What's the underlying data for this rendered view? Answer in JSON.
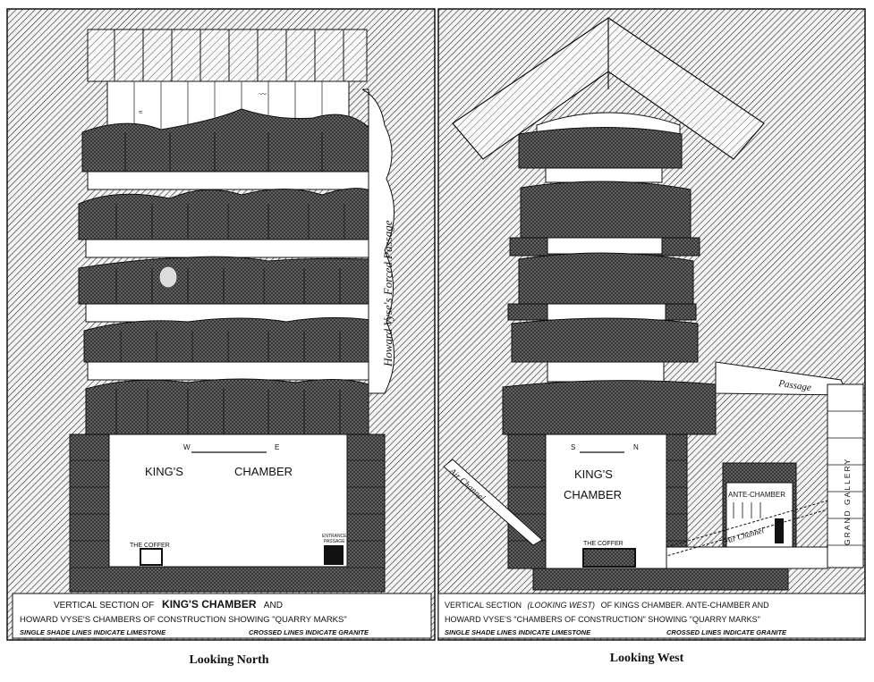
{
  "left_panel": {
    "title_view": "Looking North",
    "room_label_1": "KING'S",
    "room_label_2": "CHAMBER",
    "compass_w": "W",
    "compass_e": "E",
    "coffer_label": "THE COFFER",
    "entrance_label_1": "ENTRANCE",
    "entrance_label_2": "PASSAGE",
    "passage_label": "Howard Vyse's Forced Passage",
    "caption_line1a": "VERTICAL SECTION OF",
    "caption_line1b": "KING'S CHAMBER",
    "caption_line1c": "AND",
    "caption_line2": "HOWARD VYSE'S CHAMBERS OF CONSTRUCTION SHOWING \"QUARRY MARKS\"",
    "caption_line3a": "SINGLE SHADE LINES INDICATE LIMESTONE",
    "caption_line3b": "CROSSED LINES INDICATE GRANITE"
  },
  "right_panel": {
    "title_view": "Looking West",
    "room_label_1": "KING'S",
    "room_label_2": "CHAMBER",
    "compass_s": "S",
    "compass_n": "N",
    "coffer_label": "THE COFFER",
    "antechamber_label": "ANTE-CHAMBER",
    "passage_label": "Passage",
    "grand_gallery_label": "GRAND GALLERY",
    "air_channel_label": "Air Channel",
    "air_channel_label_2": "Air Channel",
    "caption_line1a": "VERTICAL SECTION",
    "caption_line1b": "(LOOKING WEST)",
    "caption_line1c": "OF KINGS CHAMBER. ANTE-CHAMBER AND",
    "caption_line2": "HOWARD VYSE'S \"CHAMBERS OF CONSTRUCTION\" SHOWING \"QUARRY MARKS\"",
    "caption_line3a": "SINGLE SHADE LINES INDICATE LIMESTONE",
    "caption_line3b": "CROSSED LINES INDICATE GRANITE"
  },
  "colors": {
    "ink": "#1a1a1a",
    "granite": "#5c5c5c",
    "paper": "#ffffff"
  }
}
